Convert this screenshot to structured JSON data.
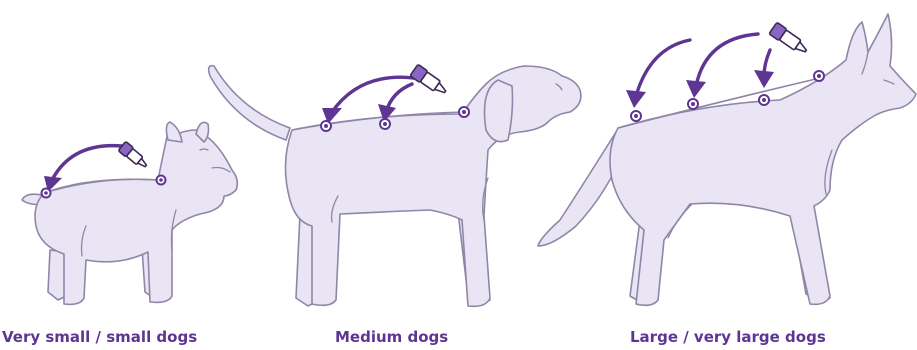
{
  "colors": {
    "accent": "#5e3592",
    "dog_fill": "#e9e5f4",
    "dog_outline": "#8f86a8",
    "pipette_cap": "#8a66c4"
  },
  "captions": {
    "small": "Very small / small dogs",
    "medium": "Medium dogs",
    "large": "Large / very large dogs"
  },
  "application_spots": {
    "small": 2,
    "medium": 3,
    "large": 4
  },
  "arrows": {
    "small": 1,
    "medium": 2,
    "large": 3
  },
  "icons": [
    "pipette-icon",
    "curved-arrow-icon",
    "application-spot-icon",
    "dog-illustration"
  ]
}
